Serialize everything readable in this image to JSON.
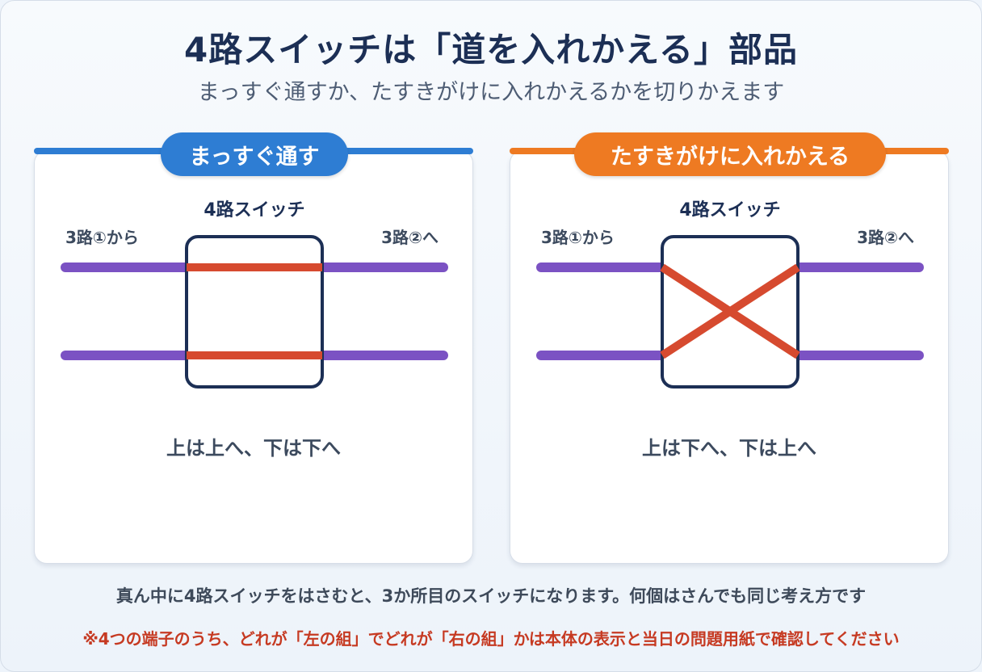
{
  "title": "4路スイッチは「道を入れかえる」部品",
  "subtitle": "まっすぐ通すか、たすきがけに入れかえるかを切りかえます",
  "panels": [
    {
      "badge": "まっすぐ通す",
      "switch_label": "4路スイッチ",
      "left_terminal": "3路①から",
      "right_terminal": "3路②へ",
      "wiring": "straight",
      "caption": "上は上へ、下は下へ"
    },
    {
      "badge": "たすきがけに入れかえる",
      "switch_label": "4路スイッチ",
      "left_terminal": "3路①から",
      "right_terminal": "3路②へ",
      "wiring": "crossed",
      "caption": "上は下へ、下は上へ"
    }
  ],
  "footer": {
    "main": "真ん中に4路スイッチをはさむと、3か所目のスイッチになります。何個はさんでも同じ考え方です",
    "note": "※4つの端子のうち、どれが「左の組」でどれが「右の組」かは本体の表示と当日の問題用紙で確認してください"
  },
  "colors": {
    "title": "#1c2f55",
    "blue_accent": "#2e7dd3",
    "orange_accent": "#ee7a22",
    "wire_purple": "#7b52c3",
    "wire_red": "#d64a2f",
    "switch_outline": "#1c2f55",
    "note_red": "#c63a22"
  }
}
